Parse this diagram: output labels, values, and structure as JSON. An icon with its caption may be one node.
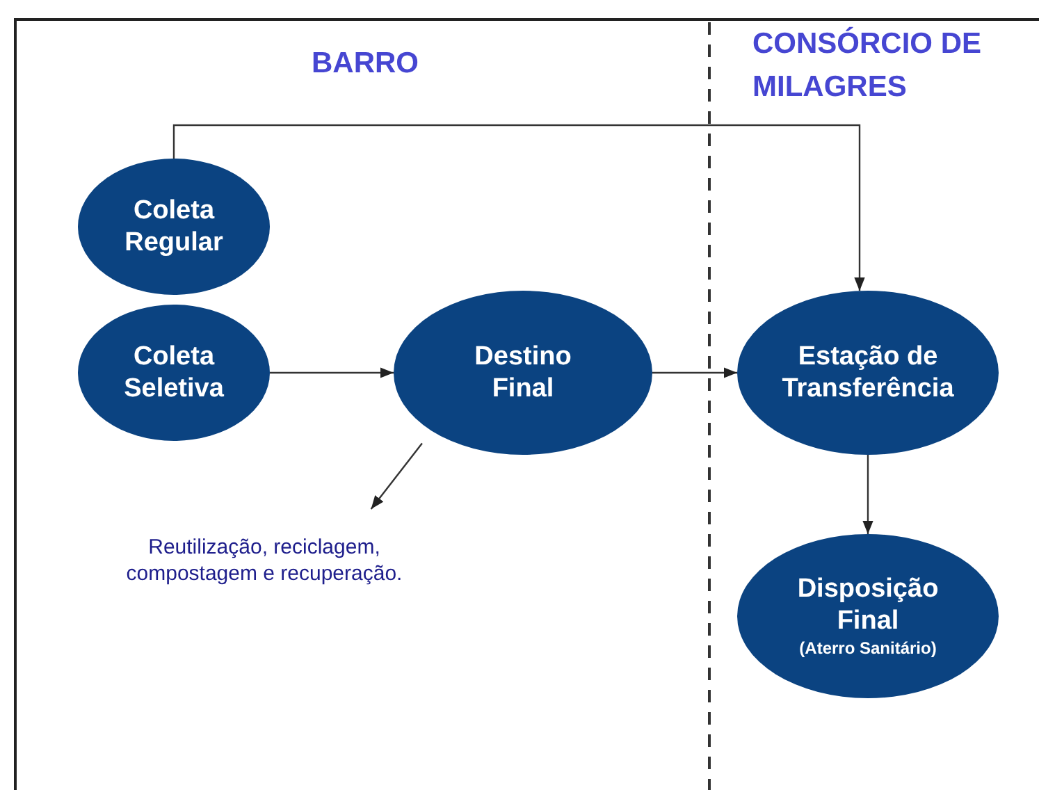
{
  "diagram": {
    "nodes": [
      {
        "text": [
          "Coleta Regular"
        ]
      },
      {
        "text": [
          "Coleta Seletiva"
        ]
      },
      {
        "text": [
          "Destino Final"
        ]
      },
      {
        "text": [
          "Estação de Transferência"
        ]
      },
      {
        "text": [
          "Disposição Final",
          "(Aterro Sanitário)"
        ]
      },
      {
        "text": [
          "Reutilização, reciclagem, compostagem e recuperação."
        ]
      }
    ],
    "edges": [
      {
        "from": 0,
        "to": 3,
        "arrow": "to"
      },
      {
        "from": 1,
        "to": 2,
        "arrow": "to"
      },
      {
        "from": 2,
        "to": 3,
        "arrow": "to"
      },
      {
        "from": 3,
        "to": 4,
        "arrow": "to"
      },
      {
        "from": 2,
        "to": 5,
        "arrow": "to"
      }
    ],
    "labels": [
      "BARRO",
      "CONSÓRCIO DE MILAGRES"
    ]
  }
}
